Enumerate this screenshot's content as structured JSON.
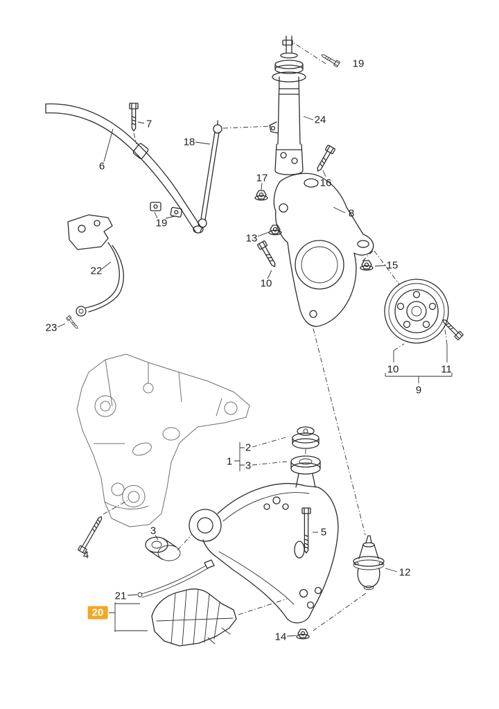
{
  "diagram": {
    "background_color": "#ffffff",
    "line_color": "#2b2b2b",
    "highlight_color": "#F5A623",
    "highlight_text_color": "#ffffff",
    "callouts": [
      {
        "label": "19"
      },
      {
        "label": "24"
      },
      {
        "label": "7"
      },
      {
        "label": "18"
      },
      {
        "label": "6"
      },
      {
        "label": "17"
      },
      {
        "label": "16"
      },
      {
        "label": "8"
      },
      {
        "label": "19"
      },
      {
        "label": "13"
      },
      {
        "label": "15"
      },
      {
        "label": "10"
      },
      {
        "label": "22"
      },
      {
        "label": "23"
      },
      {
        "label": "10"
      },
      {
        "label": "11"
      },
      {
        "label": "9"
      },
      {
        "label": "2"
      },
      {
        "label": "1"
      },
      {
        "label": "3"
      },
      {
        "label": "5"
      },
      {
        "label": "3"
      },
      {
        "label": "4"
      },
      {
        "label": "12"
      },
      {
        "label": "21"
      },
      {
        "label": "20",
        "highlighted": true
      },
      {
        "label": "14"
      }
    ]
  }
}
